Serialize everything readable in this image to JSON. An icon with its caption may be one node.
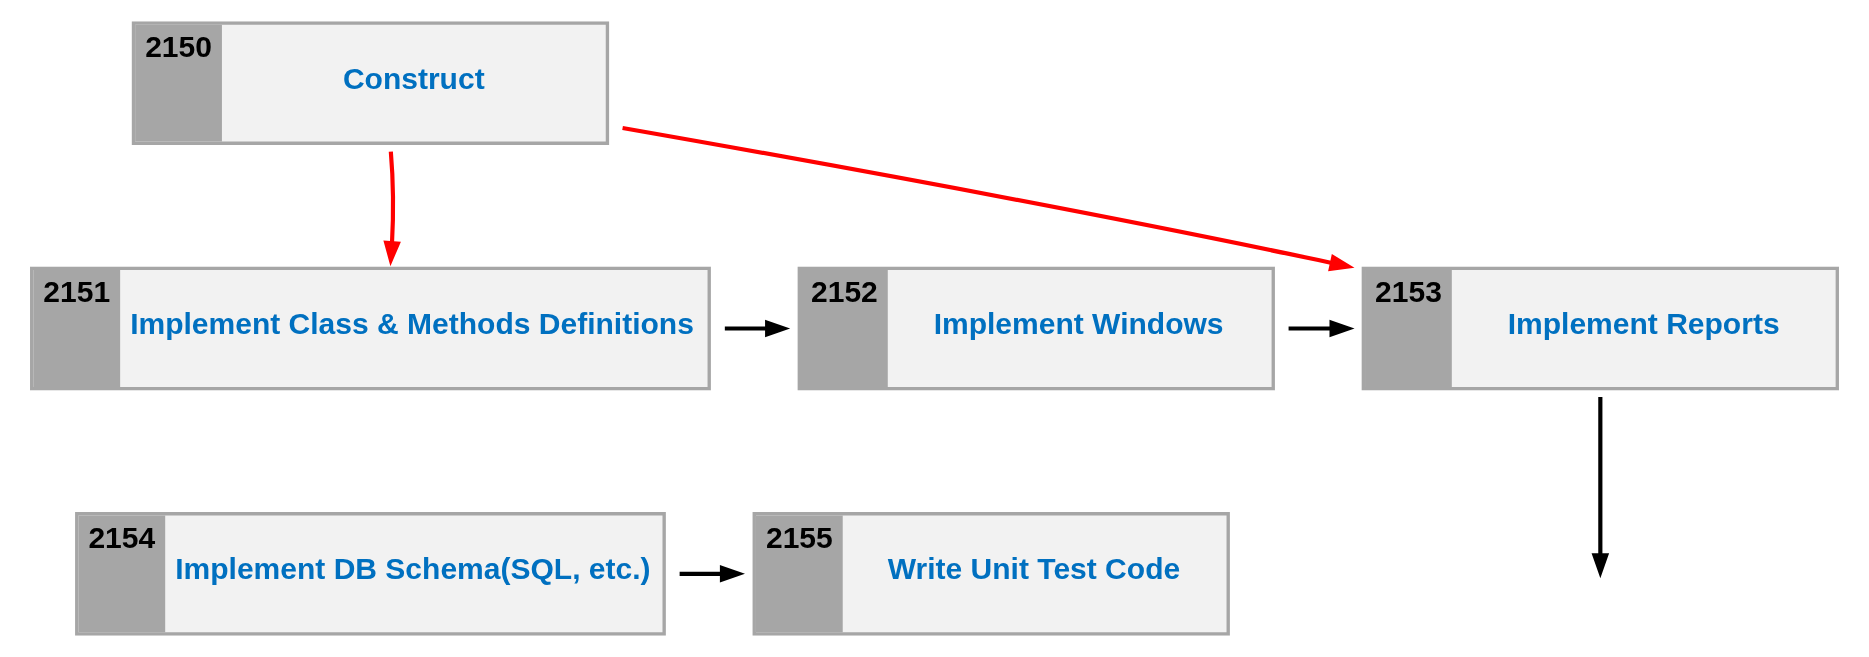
{
  "diagram": {
    "nodes": [
      {
        "text": [
          "2150",
          "Construct"
        ]
      },
      {
        "text": [
          "2151",
          "Implement Class & Methods Definitions"
        ]
      },
      {
        "text": [
          "2152",
          "Implement Windows"
        ]
      },
      {
        "text": [
          "2153",
          "Implement Reports"
        ]
      },
      {
        "text": [
          "2154",
          "Implement DB Schema(SQL, etc.)"
        ]
      },
      {
        "text": [
          "2155",
          "Write Unit Test Code"
        ]
      }
    ],
    "edges": [
      {
        "from": 0,
        "to": 1,
        "arrow": "to",
        "color": "#ff0000"
      },
      {
        "from": 0,
        "to": 3,
        "arrow": "to",
        "color": "#ff0000"
      },
      {
        "from": 1,
        "to": 2,
        "arrow": "to"
      },
      {
        "from": 2,
        "to": 3,
        "arrow": "to"
      },
      {
        "from": 3,
        "to": null,
        "arrow": "to"
      },
      {
        "from": 4,
        "to": 5,
        "arrow": "to"
      }
    ]
  }
}
